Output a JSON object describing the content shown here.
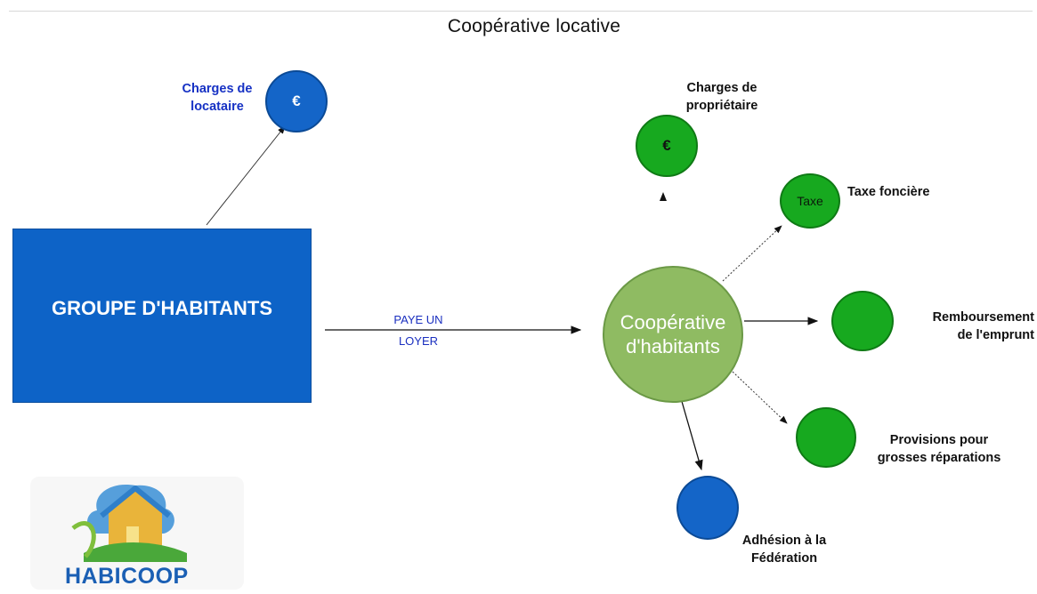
{
  "title": "Coopérative locative",
  "group": {
    "label": "GROUPE D'HABITANTS"
  },
  "flow": {
    "line1": "PAYE UN",
    "line2": "LOYER"
  },
  "cooperative": {
    "line1": "Coopérative",
    "line2": "d'habitants"
  },
  "nodes": {
    "charges_locataire": {
      "symbol": "€",
      "line1": "Charges de",
      "line2": "locataire"
    },
    "charges_proprietaire": {
      "symbol": "€",
      "line1": "Charges de",
      "line2": "propriétaire"
    },
    "taxe": {
      "symbol": "Taxe",
      "label": "Taxe foncière"
    },
    "remboursement": {
      "line1": "Remboursement",
      "line2": "de l'emprunt"
    },
    "provisions": {
      "line1": "Provisions pour",
      "line2": "grosses réparations"
    },
    "adhesion": {
      "line1": "Adhésion à la",
      "line2": "Fédération"
    }
  },
  "logo": {
    "text": "HABICOOP"
  },
  "colors": {
    "blue": "#1465c8",
    "green": "#17a91f",
    "coop": "#8fbb62",
    "box": "#0d63c7"
  }
}
